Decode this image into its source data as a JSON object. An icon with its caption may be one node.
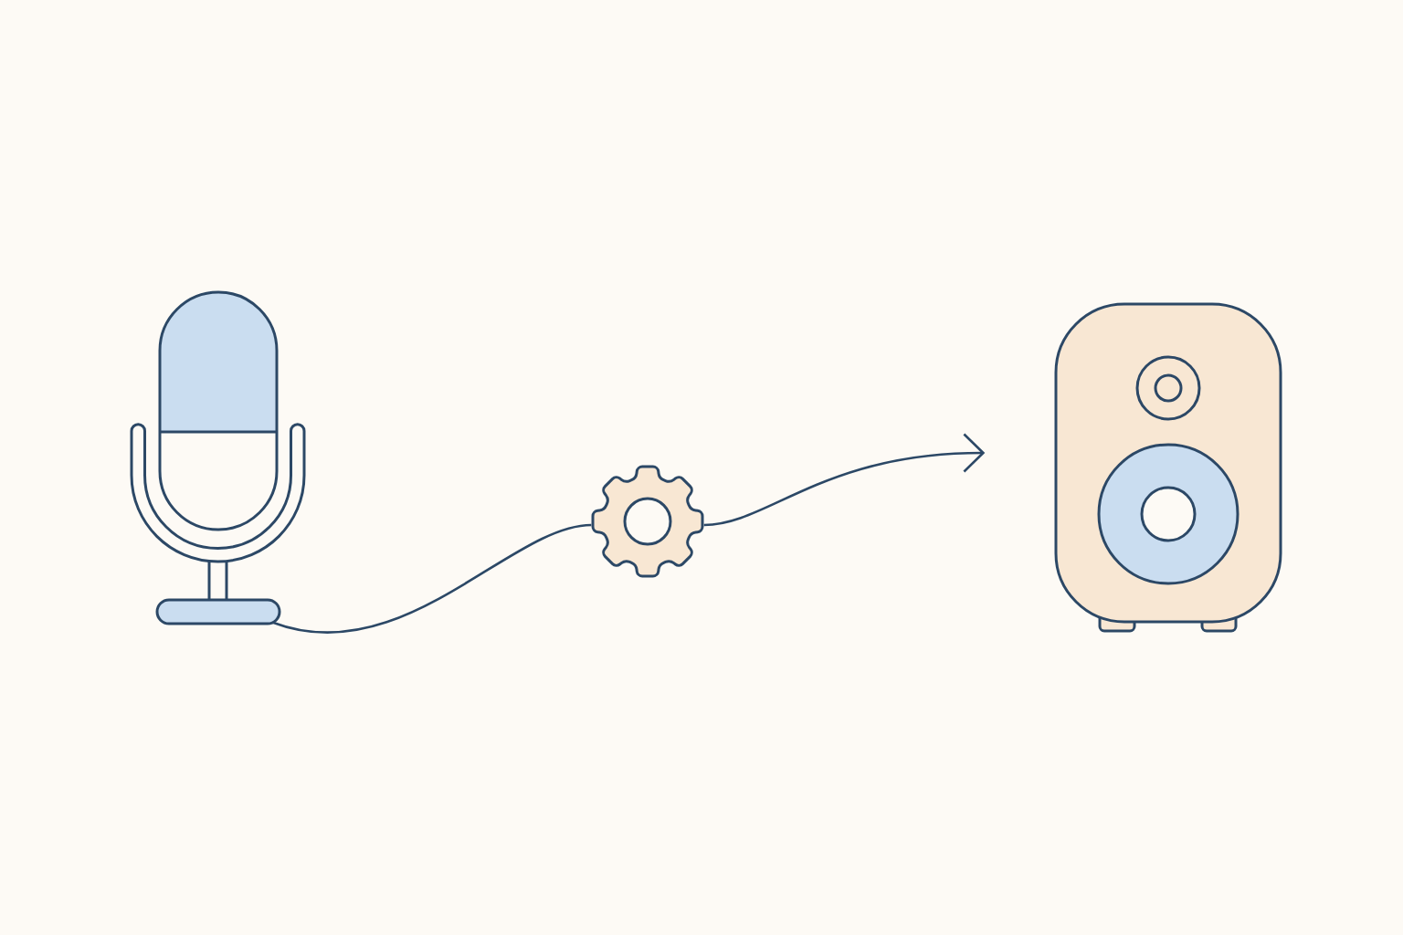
{
  "diagram": {
    "nodes": [
      {
        "text": [],
        "shape": "picture"
      },
      {
        "text": [],
        "shape": "picture"
      },
      {
        "text": [],
        "shape": "picture"
      }
    ],
    "edges": [
      {
        "from": 0,
        "to": 1,
        "arrow": "none"
      },
      {
        "from": 1,
        "to": 2,
        "arrow": "to"
      }
    ]
  }
}
